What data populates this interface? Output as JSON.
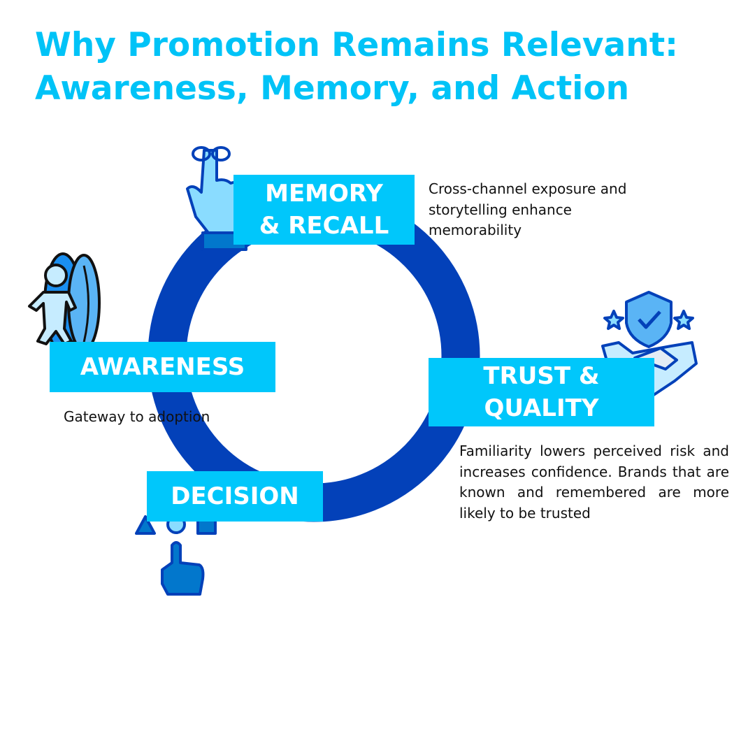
{
  "title": "Why Promotion Remains Relevant: Awareness, Memory, and Action",
  "colors": {
    "accent": "#00c7fb",
    "ring": "#0341b9",
    "title": "#00c3f7"
  },
  "stages": {
    "memory": {
      "label": "MEMORY & RECALL",
      "description": "Cross-channel exposure and storytelling enhance memorability",
      "icon": "finger-ribbon-icon"
    },
    "awareness": {
      "label": "AWARENESS",
      "description": "Gateway to adoption",
      "icon": "person-portal-icon"
    },
    "trust": {
      "label": "TRUST & QUALITY",
      "description": "Familiarity lowers perceived risk and increases confidence. Brands that are known and remembered are more likely to be trusted",
      "icon": "handshake-shield-icon"
    },
    "decision": {
      "label": "DECISION",
      "description": "",
      "icon": "choice-pointer-icon"
    }
  }
}
